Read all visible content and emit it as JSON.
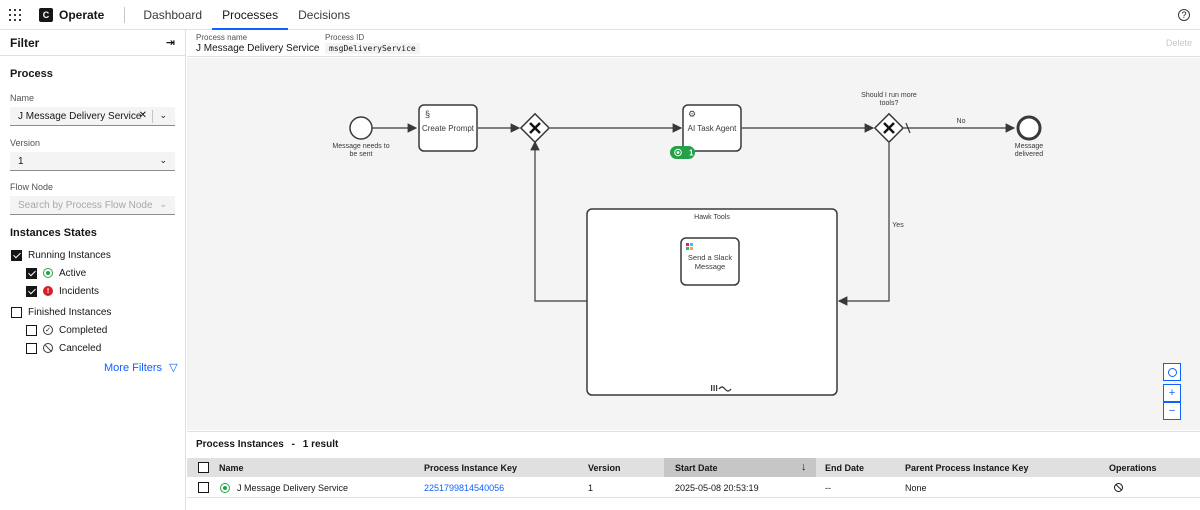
{
  "app": {
    "name": "Operate",
    "logo_letter": "C",
    "nav": [
      "Dashboard",
      "Processes",
      "Decisions"
    ],
    "active_tab": "Processes",
    "help": "?"
  },
  "sidebar": {
    "title": "Filter",
    "process_section": "Process",
    "name_label": "Name",
    "name_value": "J Message Delivery Service",
    "version_label": "Version",
    "version_value": "1",
    "flow_node_label": "Flow Node",
    "flow_node_placeholder": "Search by Process Flow Node",
    "states_title": "Instances States",
    "running": "Running Instances",
    "active": "Active",
    "incidents": "Incidents",
    "finished": "Finished Instances",
    "completed": "Completed",
    "canceled": "Canceled",
    "more_filters": "More Filters"
  },
  "process_header": {
    "name_label": "Process name",
    "name_value": "J Message Delivery Service",
    "id_label": "Process ID",
    "id_value": "msgDeliveryService",
    "delete": "Delete"
  },
  "diagram": {
    "start_label_1": "Message needs to",
    "start_label_2": "be sent",
    "create_prompt": "Create Prompt",
    "ai_agent": "AI Task Agent",
    "agent_badge_count": "1",
    "gateway_q1": "Should I run more",
    "gateway_q2": "tools?",
    "no_label": "No",
    "yes_label": "Yes",
    "end_label_1": "Message",
    "end_label_2": "delivered",
    "subprocess_title": "Hawk Tools",
    "slack_1": "Send a Slack",
    "slack_2": "Message",
    "zoom_in": "+",
    "zoom_out": "−"
  },
  "instances": {
    "title": "Process Instances",
    "separator": "-",
    "count": "1 result",
    "columns": [
      "Name",
      "Process Instance Key",
      "Version",
      "Start Date",
      "End Date",
      "Parent Process Instance Key",
      "Operations"
    ],
    "rows": [
      {
        "name": "J Message Delivery Service",
        "key": "2251799814540056",
        "version": "1",
        "start": "2025-05-08 20:53:19",
        "end": "--",
        "parent": "None"
      }
    ]
  }
}
